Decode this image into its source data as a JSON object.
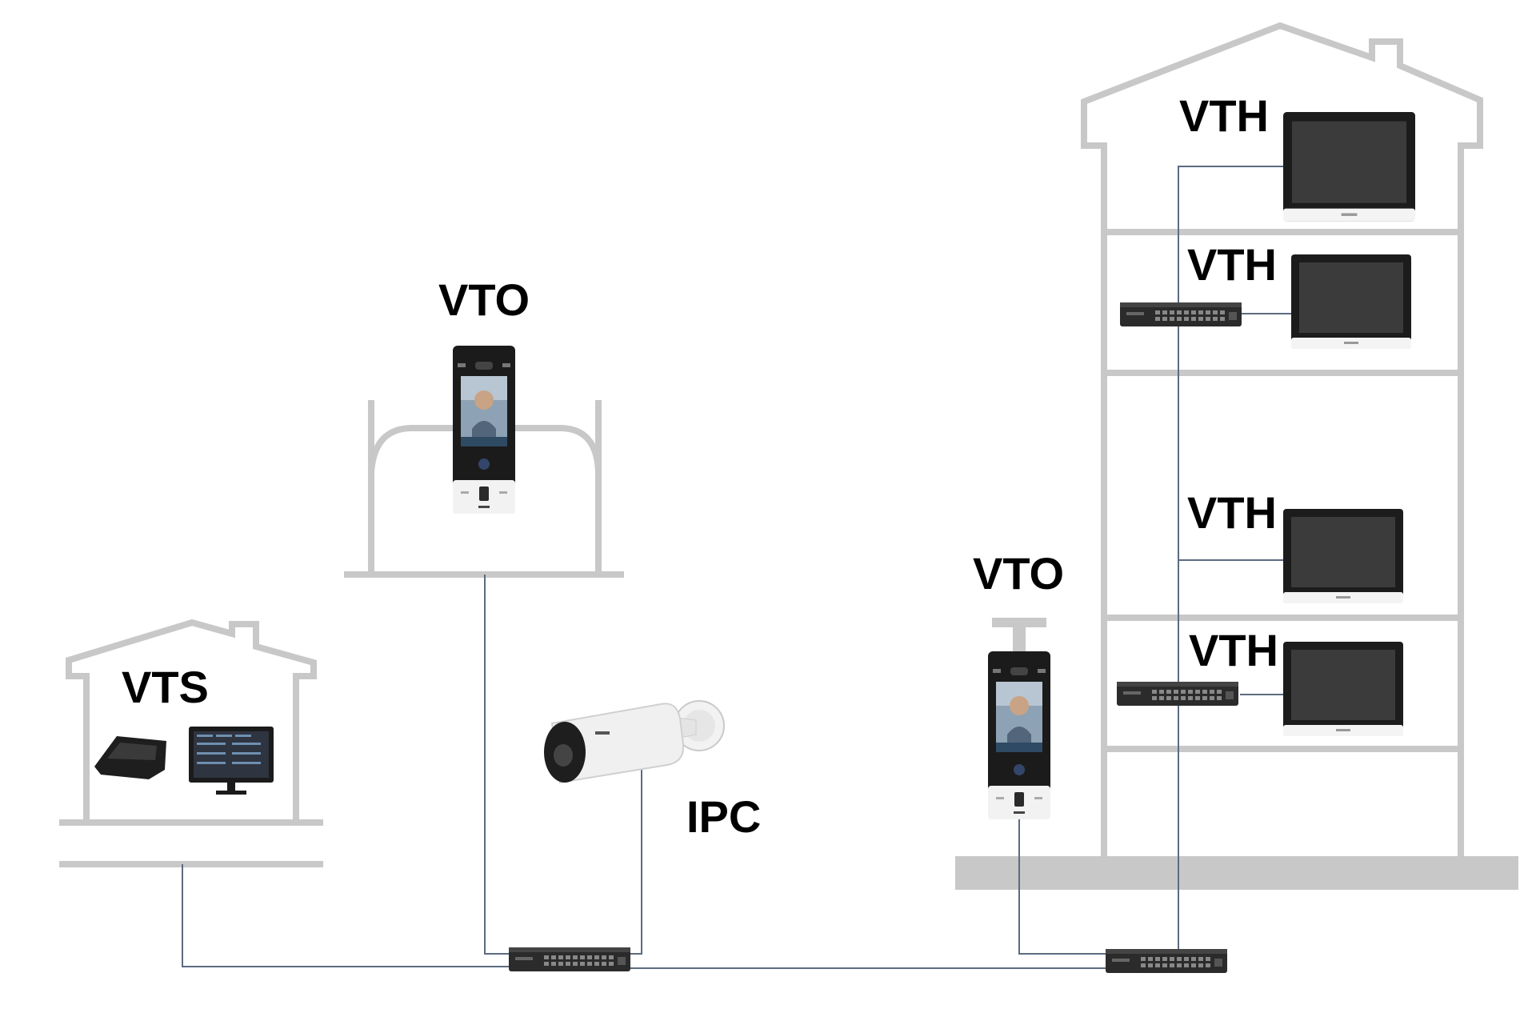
{
  "labels": {
    "vts": "VTS",
    "vto_gate": "VTO",
    "vto_building": "VTO",
    "ipc": "IPC",
    "vth_1": "VTH",
    "vth_2": "VTH",
    "vth_3": "VTH",
    "vth_4": "VTH"
  },
  "colors": {
    "structure": "#c8c8c8",
    "cable": "#5b6b80",
    "device_dark": "#222222",
    "screen": "#3a3a3a",
    "device_light": "#f2f2f2"
  },
  "icons": {
    "switch": "network-switch-icon",
    "indoor_monitor": "indoor-monitor-icon",
    "door_station": "door-station-icon",
    "camera": "bullet-camera-icon",
    "desktop_monitor": "desktop-monitor-icon",
    "desk_console": "desk-console-icon"
  }
}
